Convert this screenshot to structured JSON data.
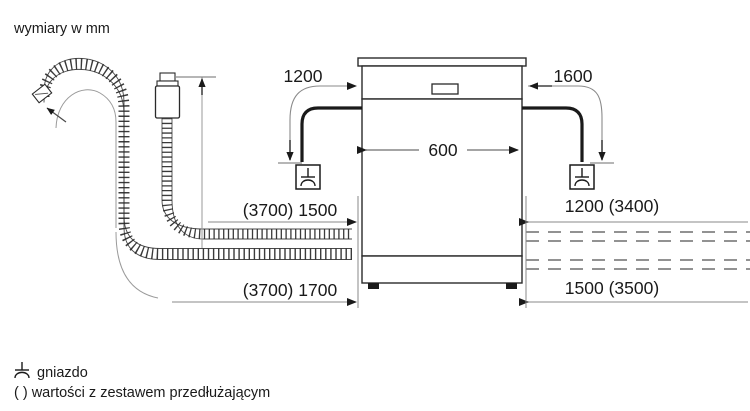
{
  "figure": {
    "title": "wymiary w mm",
    "language": "pl"
  },
  "dimensions": {
    "power_cord_left": "1200",
    "power_cord_right": "1600",
    "appliance_width": "600",
    "inlet_hose_left": "(3700) 1500",
    "drain_hose_left": "(3700) 1700",
    "inlet_hose_right": "1200 (3400)",
    "drain_hose_right": "1500 (3500)"
  },
  "legend": {
    "socket_label": "gniazdo",
    "bracket_note": "( ) wartości z zestawem przedłużającym"
  },
  "icons": {
    "socket": "power-socket-icon",
    "aquastop": "aquastop-valve-icon",
    "drain_hose_end": "drain-hose-end-icon"
  },
  "colors": {
    "stroke": "#1a1a1a",
    "thin_stroke": "#6e6e6e",
    "fill": "#ffffff",
    "hatch": "#3a3a3a"
  }
}
